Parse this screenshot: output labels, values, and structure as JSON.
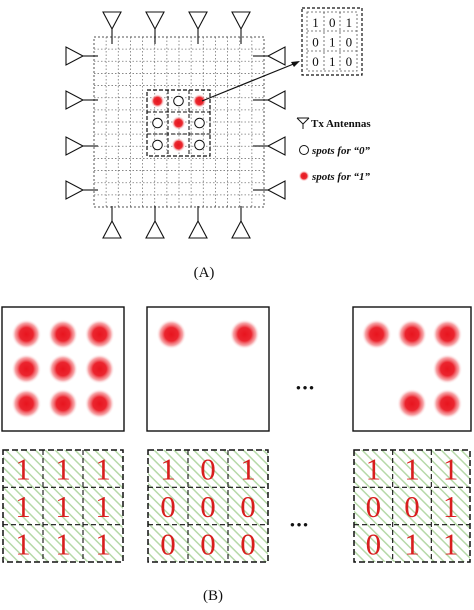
{
  "panel_a": {
    "label": "(A)",
    "matrix_digits": [
      "1",
      "0",
      "1",
      "0",
      "1",
      "0",
      "0",
      "1",
      "0"
    ],
    "spot_pattern": [
      1,
      0,
      1,
      0,
      1,
      0,
      0,
      1,
      0
    ],
    "legend": {
      "antenna_label": "Tx Antennas",
      "zero_label": "spots for “0”",
      "one_label": "spots for “1”"
    }
  },
  "panel_b": {
    "label": "(B)",
    "ellipsis": "•••",
    "patterns": [
      [
        1,
        1,
        1,
        1,
        1,
        1,
        1,
        1,
        1
      ],
      [
        1,
        0,
        1,
        0,
        0,
        0,
        0,
        0,
        0
      ],
      [
        1,
        1,
        1,
        0,
        0,
        1,
        0,
        1,
        1
      ]
    ],
    "grid_digits": [
      [
        "1",
        "1",
        "1",
        "1",
        "1",
        "1",
        "1",
        "1",
        "1"
      ],
      [
        "1",
        "0",
        "1",
        "0",
        "0",
        "0",
        "0",
        "0",
        "0"
      ],
      [
        "1",
        "1",
        "1",
        "0",
        "0",
        "1",
        "0",
        "1",
        "1"
      ]
    ]
  },
  "colors": {
    "spot": "#e8141e",
    "digit": "#d81e1e",
    "hatch": "#b6d9a8",
    "ink": "#111111"
  }
}
